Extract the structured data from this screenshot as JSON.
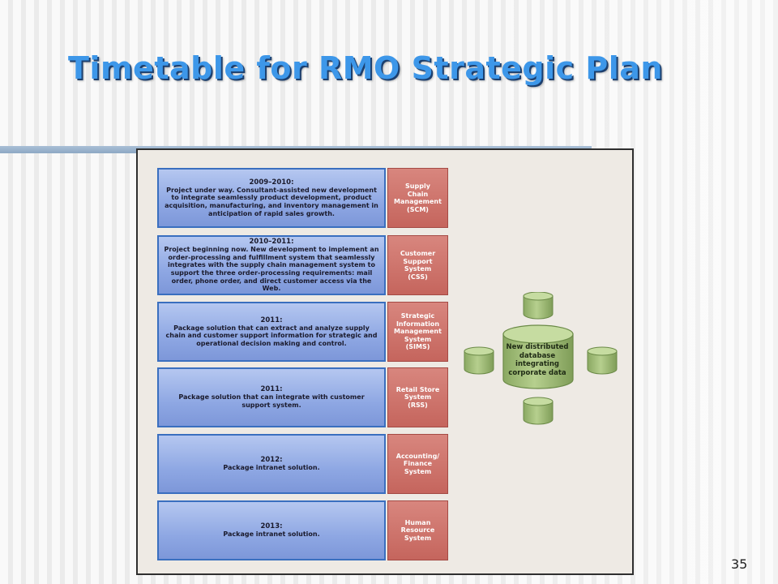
{
  "slide": {
    "title": "Timetable for RMO Strategic Plan",
    "page_number": "35"
  },
  "figure": {
    "rows": [
      {
        "year": "2009–2010:",
        "description": "Project under way. Consultant-assisted new development to integrate seamlessly product development, product acquisition, manufacturing, and inventory management in anticipation of rapid sales growth.",
        "system": "Supply\nChain\nManagement\n(SCM)"
      },
      {
        "year": "2010–2011:",
        "description": "Project beginning now. New development to implement an order-processing and fulfillment system that seamlessly integrates with the supply chain management system to support the three order-processing requirements: mail order, phone order, and direct customer access via the Web.",
        "system": "Customer\nSupport\nSystem\n(CSS)"
      },
      {
        "year": "2011:",
        "description": "Package solution that can extract and analyze supply chain and customer support information for strategic and operational decision making and control.",
        "system": "Strategic\nInformation\nManagement\nSystem\n(SIMS)"
      },
      {
        "year": "2011:",
        "description": "Package solution that can integrate with customer support system.",
        "system": "Retail Store\nSystem\n(RSS)"
      },
      {
        "year": "2012:",
        "description": "Package intranet solution.",
        "system": "Accounting/\nFinance\nSystem"
      },
      {
        "year": "2013:",
        "description": "Package intranet solution.",
        "system": "Human\nResource\nSystem"
      }
    ],
    "database_label": "New distributed\ndatabase\nintegrating\ncorporate data"
  },
  "colors": {
    "title": "#3d97e9",
    "blue_box": "#8ea7e3",
    "red_box": "#c5655d",
    "cylinder": "#a7c27b"
  }
}
